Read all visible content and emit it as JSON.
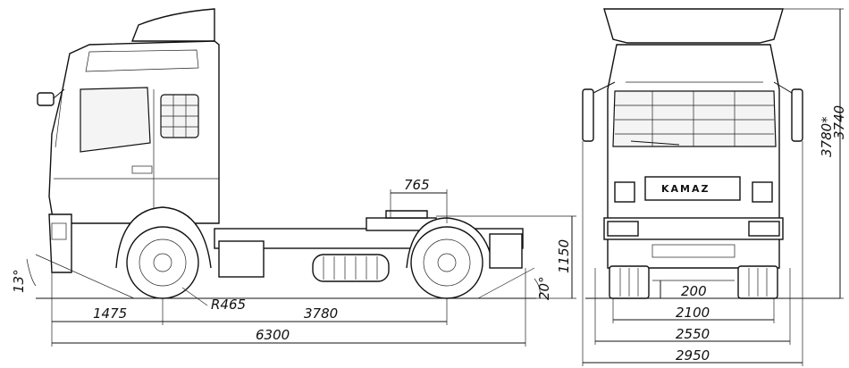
{
  "side_view": {
    "dim_front_overhang": "1475",
    "dim_wheelbase": "3780",
    "dim_overall_length": "6300",
    "dim_fifth_wheel_offset": "765",
    "dim_fifth_wheel_height": "1150",
    "dim_wheel_radius": "R465",
    "dim_approach_angle": "13°",
    "dim_departure_angle": "20°"
  },
  "front_view": {
    "dim_track": "2100",
    "dim_width": "2550",
    "dim_mirror_width": "2950",
    "dim_ground_clearance": "200",
    "dim_height_alt": "3780*",
    "dim_height": "3740",
    "grille_logo": "KAMAZ"
  }
}
